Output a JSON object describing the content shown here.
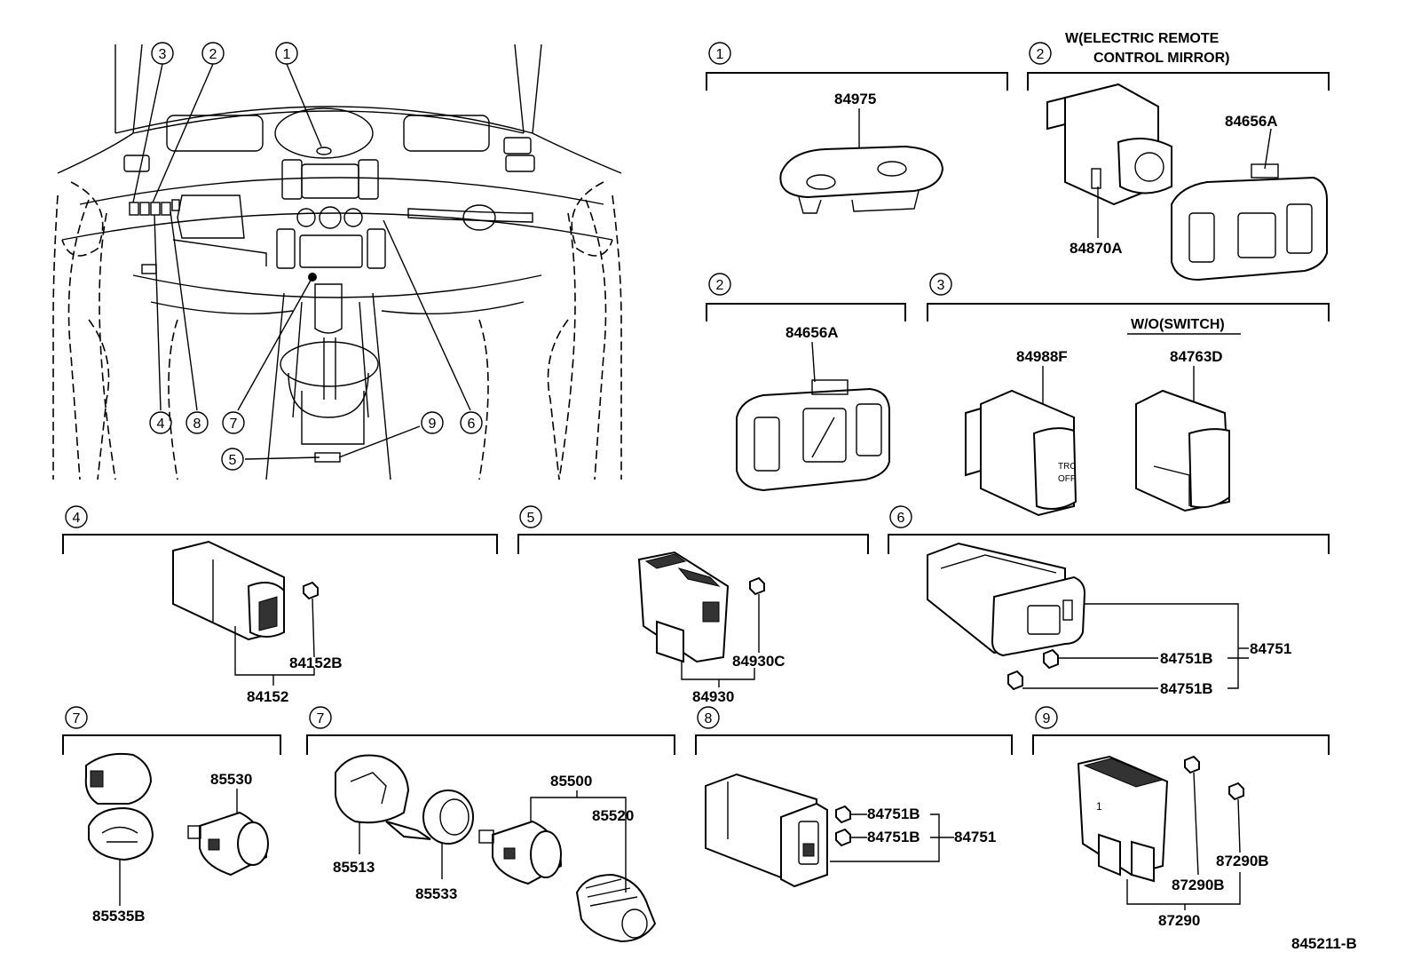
{
  "overview": {
    "callouts": [
      "1",
      "2",
      "3",
      "4",
      "5",
      "6",
      "7",
      "8",
      "9"
    ]
  },
  "groups": [
    {
      "ref": "1",
      "header": "",
      "parts": [
        "84975"
      ]
    },
    {
      "ref": "2",
      "header": [
        "W(ELECTRIC REMOTE",
        "CONTROL MIRROR)"
      ],
      "parts": [
        "84656A",
        "84870A"
      ]
    },
    {
      "ref": "2",
      "header": "",
      "parts": [
        "84656A"
      ]
    },
    {
      "ref": "3",
      "header": "W/O(SWITCH)",
      "parts": [
        "84988F",
        "84763D"
      ]
    },
    {
      "ref": "4",
      "header": "",
      "parts": [
        "84152B",
        "84152"
      ]
    },
    {
      "ref": "5",
      "header": "",
      "parts": [
        "84930C",
        "84930"
      ]
    },
    {
      "ref": "6",
      "header": "",
      "parts": [
        "84751B",
        "84751B",
        "84751"
      ]
    },
    {
      "ref": "7",
      "header": "",
      "parts": [
        "85530",
        "85535B"
      ]
    },
    {
      "ref": "7",
      "header": "",
      "parts": [
        "85500",
        "85520",
        "85513",
        "85533"
      ]
    },
    {
      "ref": "8",
      "header": "",
      "parts": [
        "84751B",
        "84751B",
        "84751"
      ]
    },
    {
      "ref": "9",
      "header": "",
      "parts": [
        "87290B",
        "87290B",
        "87290"
      ]
    }
  ],
  "switch_text": {
    "trc_1": "TRC",
    "trc_2": "OFF",
    "mark_1": "1"
  },
  "drawing_number": "845211-B"
}
